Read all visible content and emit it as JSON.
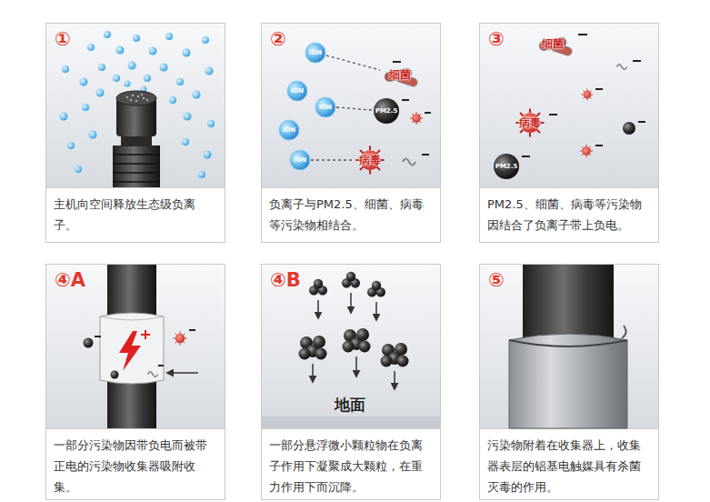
{
  "diagram": {
    "nodes": [
      {
        "text": [
          "①",
          "主机向空间释放生态级负离子。"
        ]
      },
      {
        "text": [
          "②",
          "负离子与PM2.5、细菌、病毒等污染物相结合。"
        ]
      },
      {
        "text": [
          "③",
          "PM2.5、细菌、病毒等污染物因结合了负离子带上负电。"
        ]
      },
      {
        "text": [
          "④A",
          "一部分污染物因带负电而被带正电的污染物收集器吸附收集。"
        ]
      },
      {
        "text": [
          "④B",
          "一部分悬浮微小颗粒物在负离子作用下凝聚成大颗粒，在重力作用下而沉降。"
        ]
      },
      {
        "text": [
          "⑤",
          "污染物附着在收集器上，收集器表层的铝基电触媒具有杀菌灭毒的作用。"
        ]
      }
    ],
    "labels": [
      "ION",
      "ION",
      "ION",
      "ION",
      "ION",
      "细菌",
      "PM2.5",
      "病毒",
      "细菌",
      "病毒",
      "PM2.5",
      "地面"
    ]
  }
}
